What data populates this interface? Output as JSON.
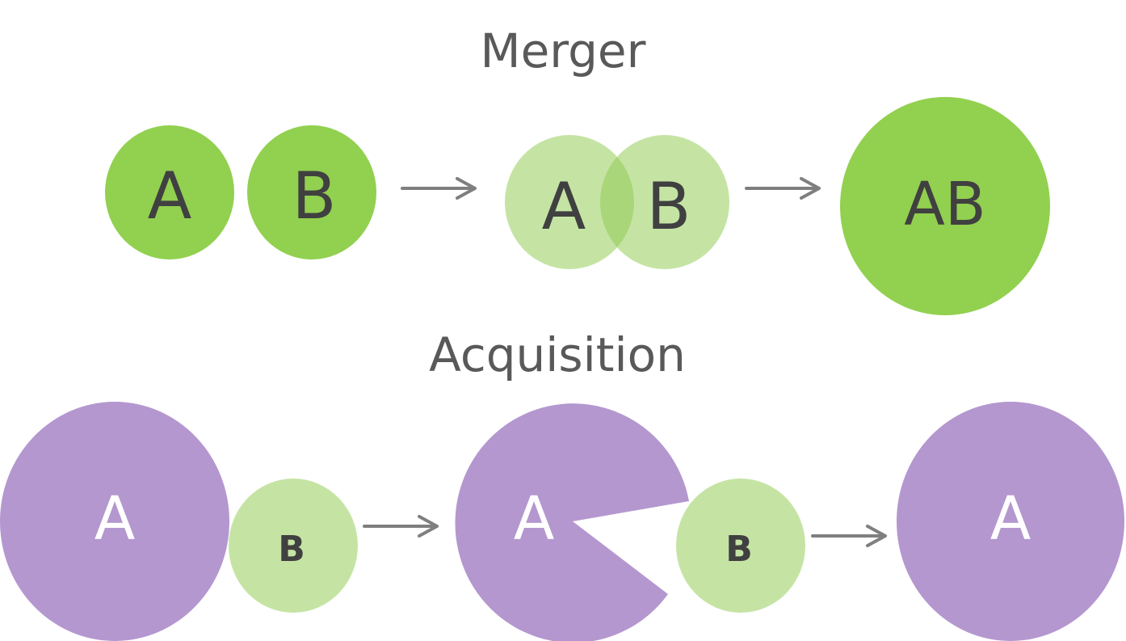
{
  "merger": {
    "title": "Merger",
    "step1": {
      "left_label": "A",
      "right_label": "B"
    },
    "step2": {
      "left_label": "A",
      "right_label": "B"
    },
    "step3": {
      "label": "AB"
    }
  },
  "acquisition": {
    "title": "Acquisition",
    "step1": {
      "acquirer_label": "A",
      "target_label": "B"
    },
    "step2": {
      "acquirer_label": "A",
      "target_label": "B"
    },
    "step3": {
      "label": "A"
    }
  },
  "colors": {
    "green": "#92d050",
    "light_green": "#c5e4a4",
    "overlap_green": "#aad67a",
    "purple": "#b497cf",
    "arrow": "#7f7f7f",
    "text_dark": "#404040",
    "title_gray": "#595959"
  }
}
